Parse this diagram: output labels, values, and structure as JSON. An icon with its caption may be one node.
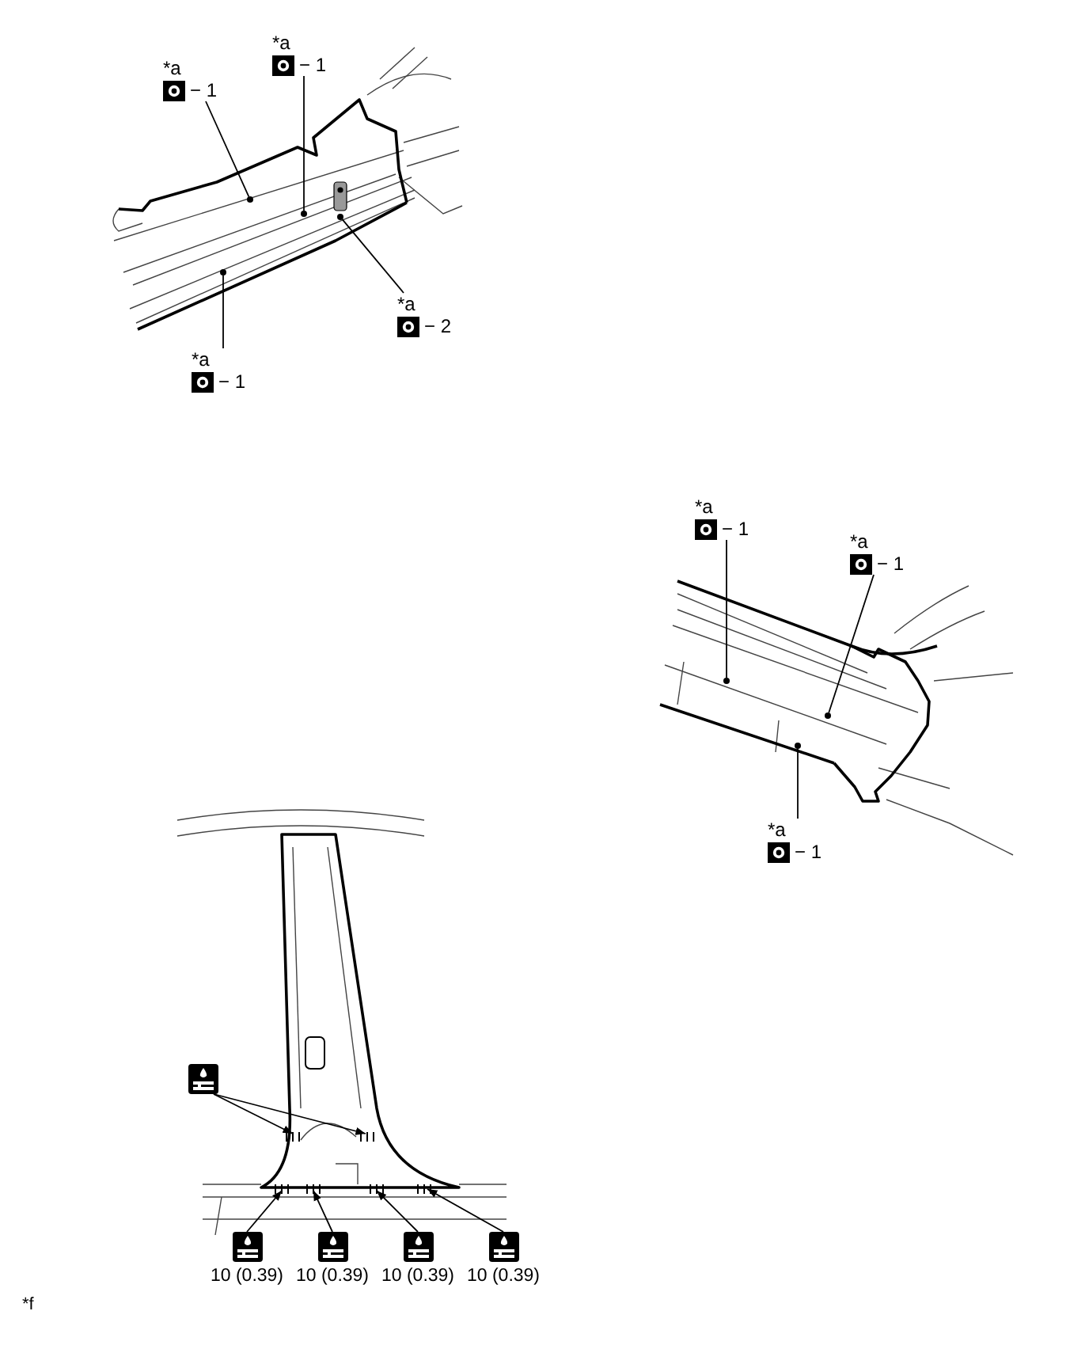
{
  "diagram": {
    "nodes": [
      {
        "text": [
          "*a",
          "− 1"
        ]
      },
      {
        "text": [
          "*a",
          "− 1"
        ]
      },
      {
        "text": [
          "*a",
          "− 2"
        ]
      },
      {
        "text": [
          "*a",
          "− 1"
        ]
      },
      {
        "text": [],
        "shape": "dot"
      },
      {
        "text": [],
        "shape": "dot"
      },
      {
        "text": [],
        "shape": "dot"
      },
      {
        "text": [],
        "shape": "dot"
      },
      {
        "text": [
          "*a",
          "− 1"
        ]
      },
      {
        "text": [
          "*a",
          "− 1"
        ]
      },
      {
        "text": [
          "*a",
          "− 1"
        ]
      },
      {
        "text": [],
        "shape": "dot"
      },
      {
        "text": [],
        "shape": "dot"
      },
      {
        "text": [],
        "shape": "dot"
      },
      {
        "text": [],
        "shape": "picture"
      },
      {
        "text": [],
        "shape": "picture",
        "beside": [
          "10 (0.39)"
        ]
      },
      {
        "text": [],
        "shape": "picture",
        "beside": [
          "10 (0.39)"
        ]
      },
      {
        "text": [],
        "shape": "picture",
        "beside": [
          "10 (0.39)"
        ]
      },
      {
        "text": [],
        "shape": "picture",
        "beside": [
          "10 (0.39)"
        ]
      }
    ],
    "edges": [
      {
        "from": 0,
        "to": 4,
        "arrow": "none"
      },
      {
        "from": 1,
        "to": 5,
        "arrow": "none"
      },
      {
        "from": 2,
        "to": 6,
        "arrow": "none"
      },
      {
        "from": 3,
        "to": 7,
        "arrow": "none"
      },
      {
        "from": 8,
        "to": 11,
        "arrow": "none"
      },
      {
        "from": 9,
        "to": 12,
        "arrow": "none"
      },
      {
        "from": 10,
        "to": 13,
        "arrow": "none"
      },
      {
        "from": 14,
        "to": null,
        "arrow": "to"
      },
      {
        "from": 14,
        "to": null,
        "arrow": "to"
      },
      {
        "from": 15,
        "to": null,
        "arrow": "to"
      },
      {
        "from": 16,
        "to": null,
        "arrow": "to"
      },
      {
        "from": 17,
        "to": null,
        "arrow": "to"
      },
      {
        "from": 18,
        "to": null,
        "arrow": "to"
      }
    ],
    "labels": [
      "*f"
    ]
  }
}
